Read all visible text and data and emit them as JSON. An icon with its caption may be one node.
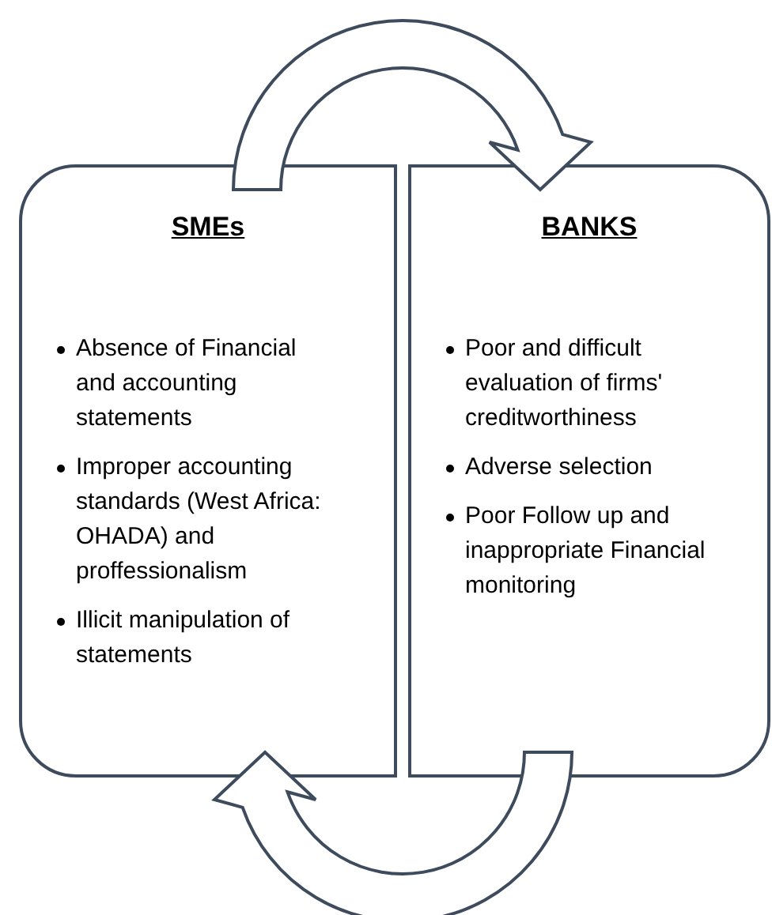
{
  "diagram": {
    "nodes": [
      {
        "text": [
          "SMEs",
          "Absence of Financial and accounting statements",
          "Improper accounting standards (West Africa: OHADA) and proffessionalism",
          "Illicit manipulation of statements"
        ]
      },
      {
        "text": [
          "BANKS",
          "Poor and difficult evaluation of firms' creditworthiness",
          "Adverse selection",
          "Poor Follow up and inappropriate Financial monitoring"
        ]
      }
    ],
    "edges": [
      {
        "from": 0,
        "to": 1,
        "arrow": "to"
      },
      {
        "from": 1,
        "to": 0,
        "arrow": "to"
      }
    ]
  }
}
